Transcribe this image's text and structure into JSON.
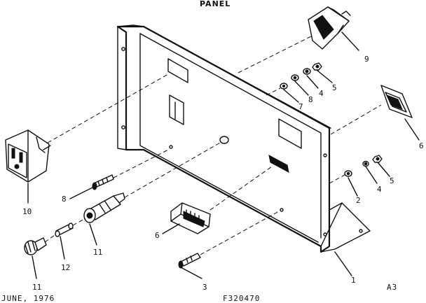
{
  "title": "PANEL",
  "footer": {
    "date": "JUNE, 1976",
    "code": "F320470",
    "ref": "A3"
  },
  "labels": {
    "l1": "1",
    "l2": "2",
    "l3": "3",
    "l4a": "4",
    "l4b": "4",
    "l5a": "5",
    "l5b": "5",
    "l6a": "6",
    "l6b": "6",
    "l7": "7",
    "l8a": "8",
    "l8b": "8",
    "l9": "9",
    "l10": "10",
    "l11a": "11",
    "l11b": "11",
    "l12": "12"
  },
  "colors": {
    "ink": "#111111",
    "paper": "#ffffff"
  }
}
